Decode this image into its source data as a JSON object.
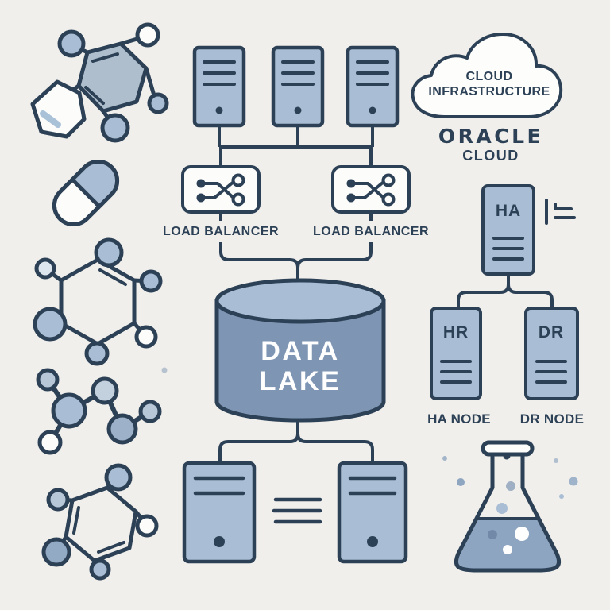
{
  "palette": {
    "background": "#f0efec",
    "outline": "#2d4156",
    "fill_blue": "#a9bdd4",
    "fill_blue_light": "#bccbdb",
    "fill_blue_mid": "#93aac4",
    "cylinder_body": "#7e96b4",
    "cylinder_top": "#a9bdd4",
    "white": "#fcfcfb",
    "label_text": "#2d4156",
    "lake_text": "#ffffff"
  },
  "icons": {
    "decorative": [
      "benzene-molecule-icon",
      "capsule-pill-icon",
      "hexagon-molecule-icon",
      "chain-molecule-icon",
      "ring-molecule-icon",
      "flask-icon"
    ],
    "infrastructure": [
      "server-icon",
      "load-balancer-icon",
      "database-cylinder-icon",
      "cloud-icon",
      "list-icon",
      "equals-icon"
    ]
  },
  "cloud": {
    "title_line1": "CLOUD",
    "title_line2": "INFRASTRUCTURE",
    "brand": "ORACLE",
    "brand_sub": "CLOUD"
  },
  "load_balancers": [
    {
      "label": "LOAD BALANCER"
    },
    {
      "label": "LOAD BALANCER"
    }
  ],
  "data_lake": {
    "line1": "DATA",
    "line2": "LAKE"
  },
  "cluster": {
    "primary": {
      "label": "HA"
    },
    "nodes": [
      {
        "label": "HR",
        "caption": "HA NODE"
      },
      {
        "label": "DR",
        "caption": "DR NODE"
      }
    ]
  }
}
